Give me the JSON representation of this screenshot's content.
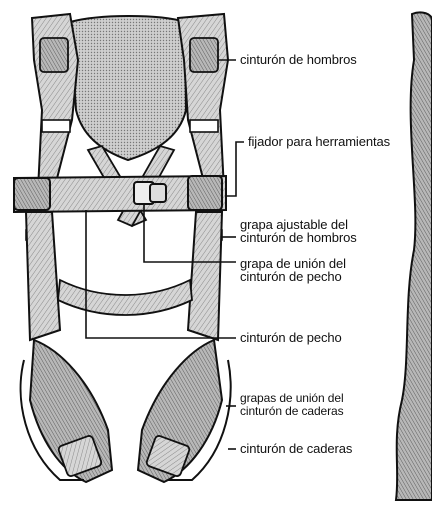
{
  "diagram": {
    "colors": {
      "ink": "#111111",
      "strap_fill": "#cfcfcf",
      "pad_fill": "#bdbdbd",
      "hatch": "#6e6e6e",
      "background": "#ffffff"
    },
    "labels": {
      "shoulder_strap": "cinturón de hombros",
      "tool_holder": "fijador para herramientas",
      "shoulder_adjust_buckle": "grapa ajustable del\ncinturón de hombros",
      "chest_buckle": "grapa de unión del\ncinturón de pecho",
      "chest_strap": "cinturón de pecho",
      "hip_buckles": "grapas de unión del\ncinturón de caderas",
      "hip_strap": "cinturón de caderas"
    }
  }
}
